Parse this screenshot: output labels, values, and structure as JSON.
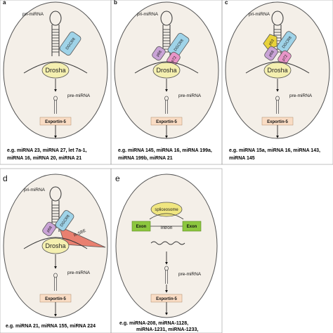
{
  "panels": {
    "a": {
      "letter": "a",
      "pri": "pri-miRNA",
      "pre": "pre-miRNA",
      "exportin": "Exportin-5",
      "dgcr8": "DGCR8",
      "drosha": "Drosha",
      "caption": [
        "e.g. miRNA 23, miRNA 27, let 7a-1,",
        "miRNA 16, miRNA 20, miRNA 21"
      ]
    },
    "b": {
      "letter": "b",
      "pri": "pri-miRNA",
      "pre": "pre-miRNA",
      "exportin": "Exportin-5",
      "dgcr8": "DGCR8",
      "p68": "p68",
      "p72": "p72",
      "drosha": "Drosha",
      "caption": [
        "e.g. miRNA 145, miRNA 16, miRNA 199a,",
        "miRNA 199b, miRNA 21"
      ]
    },
    "c": {
      "letter": "c",
      "pri": "pri-miRNA",
      "pre": "pre-miRNA",
      "exportin": "Exportin-5",
      "dgcr8": "DGCR8",
      "p68": "p68",
      "p72": "p72",
      "p53": "p53",
      "drosha": "Drosha",
      "caption": [
        "e.g. miRNA 15a, miRNA 16, miRNA 143,",
        "miRNA 145"
      ]
    },
    "d": {
      "letter": "d",
      "pri": "pri-miRNA",
      "pre": "pre-miRNA",
      "exportin": "Exportin-5",
      "dgcr8": "DGCR8",
      "p68": "p68",
      "rsbe": "R-SBE",
      "drosha": "Drosha",
      "caption": [
        "e.g. miRNA 21, miRNA 155, miRNA 224"
      ]
    },
    "e": {
      "letter": "e",
      "spliceosome": "spliceosome",
      "exon_left": "Exon",
      "intron": "Intron",
      "exon_right": "Exon",
      "pre": "pre-miRNA",
      "exportin": "Exportin-5",
      "caption": [
        "e.g. miRNA-208, miRNA-1128,",
        "miRNA-1231, miRNA-1233,"
      ]
    }
  },
  "colors": {
    "cell_fill": "#f4efe8",
    "dgcr8": "#9fd3e8",
    "p68": "#c9a3d6",
    "p72": "#e895c8",
    "p53": "#e8d23a",
    "drosha": "#f4efb0",
    "rsbe": "#e98070",
    "exon": "#8cc63f",
    "spliceosome": "#f0e680",
    "exportin": "#f9dcc4"
  }
}
